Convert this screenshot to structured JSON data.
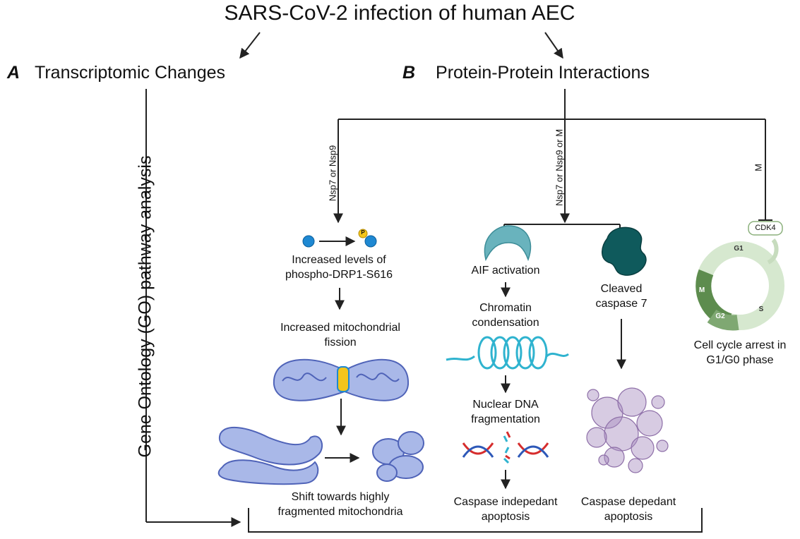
{
  "title": "SARS-CoV-2 infection of human AEC",
  "panel_a": {
    "letter": "A",
    "label": "Transcriptomic Changes"
  },
  "panel_b": {
    "letter": "B",
    "label": "Protein-Protein Interactions"
  },
  "go_analysis": "Gene Ontology (GO) pathway analysis",
  "branches": {
    "left": "Nsp7 or Nsp9",
    "middle": "Nsp7 or Nsp9 or M",
    "right": "M"
  },
  "phospho_badge": "P",
  "drp1": {
    "levels": [
      "Increased levels of",
      "phospho-DRP1-S616"
    ],
    "fission": [
      "Increased mitochondrial",
      "fission"
    ],
    "shift": [
      "Shift towards highly",
      "fragmented mitochondria"
    ]
  },
  "aif": {
    "activation": "AIF activation",
    "chromatin": [
      "Chromatin",
      "condensation"
    ],
    "dna": [
      "Nuclear DNA",
      "fragmentation"
    ],
    "outcome": [
      "Caspase indepedant",
      "apoptosis"
    ]
  },
  "caspase": {
    "cleaved": [
      "Cleaved",
      "caspase 7"
    ],
    "outcome": [
      "Caspase depedant",
      "apoptosis"
    ]
  },
  "cell_cycle": {
    "cdk": "CDK4",
    "phases": [
      "G1",
      "S",
      "G2",
      "M"
    ],
    "outcome": [
      "Cell cycle arrest in",
      "G1/G0 phase"
    ]
  },
  "colors": {
    "line": "#222222",
    "protein_teal_light": "#69b3bd",
    "protein_teal_dark": "#0f5a5c",
    "mito_fill": "#a9b8e8",
    "mito_stroke": "#4f63b8",
    "apoptosis_purple": "#a78bbf",
    "cycle_light": "#d6e8cf",
    "cycle_dark": "#5d8c4e",
    "blue_sphere": "#1e88d2",
    "phospho_yellow": "#f3c51b",
    "dna_red": "#d62d2d",
    "dna_blue": "#2d58b8",
    "chromatin": "#2fb3cf"
  }
}
